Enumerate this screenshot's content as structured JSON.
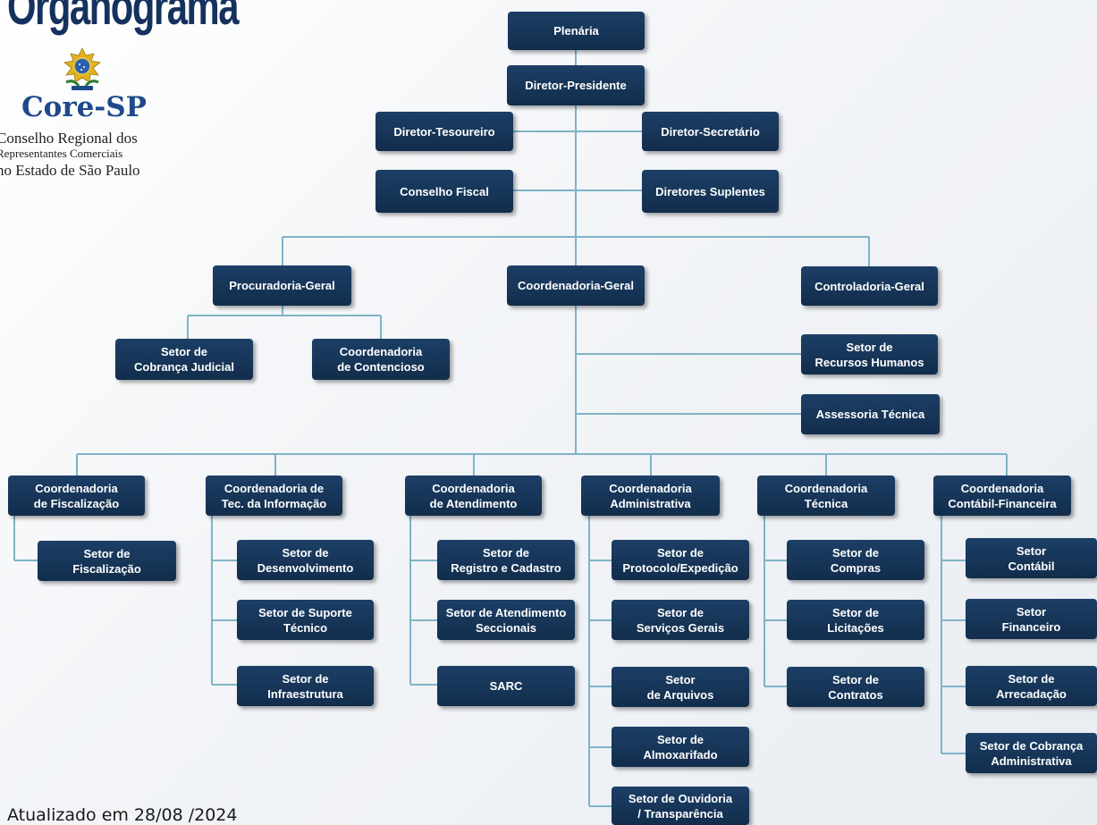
{
  "title": "Organograma",
  "logo": {
    "name": "Core-SP",
    "line1": "Conselho Regional dos",
    "line2": "Representantes Comerciais",
    "line3": "no Estado de São Paulo",
    "crest_icon": "brazil-coat-of-arms-icon"
  },
  "updated": "Atualizado em 28/08 /2024",
  "colors": {
    "box": "#163556",
    "line": "#7fb3c8",
    "title": "#15315e",
    "logo_text": "#1f4a8a"
  },
  "nodes": {
    "plenaria": "Plenária",
    "diretor_presidente": "Diretor-Presidente",
    "diretor_tesoureiro": "Diretor-Tesoureiro",
    "diretor_secretario": "Diretor-Secretário",
    "conselho_fiscal": "Conselho Fiscal",
    "diretores_suplentes": "Diretores Suplentes",
    "procuradoria_geral": "Procuradoria-Geral",
    "coordenadoria_geral": "Coordenadoria-Geral",
    "controladoria_geral": "Controladoria-Geral",
    "setor_cobranca_judicial": "Setor de\nCobrança Judicial",
    "coordenadoria_contencioso": "Coordenadoria\nde Contencioso",
    "setor_recursos_humanos": "Setor de\nRecursos Humanos",
    "assessoria_tecnica": "Assessoria Técnica",
    "coord_fiscalizacao": "Coordenadoria\nde Fiscalização",
    "coord_ti": "Coordenadoria de\nTec. da Informação",
    "coord_atendimento": "Coordenadoria\nde Atendimento",
    "coord_administrativa": "Coordenadoria\nAdministrativa",
    "coord_tecnica": "Coordenadoria\nTécnica",
    "coord_contabil_financeira": "Coordenadoria\nContábil-Financeira",
    "setor_fiscalizacao": "Setor de\nFiscalização",
    "setor_desenvolvimento": "Setor de\nDesenvolvimento",
    "setor_suporte_tecnico": "Setor de Suporte\nTécnico",
    "setor_infraestrutura": "Setor de\nInfraestrutura",
    "setor_registro_cadastro": "Setor de\nRegistro e Cadastro",
    "setor_atendimento_seccionais": "Setor de Atendimento\nSeccionais",
    "sarc": "SARC",
    "setor_protocolo_expedicao": "Setor de\nProtocolo/Expedição",
    "setor_servicos_gerais": "Setor de\nServiços Gerais",
    "setor_arquivos": "Setor\nde Arquivos",
    "setor_almoxarifado": "Setor de\nAlmoxarifado",
    "setor_ouvidoria": "Setor de Ouvidoria\n/ Transparência",
    "setor_compras": "Setor de\nCompras",
    "setor_licitacoes": "Setor de\nLicitações",
    "setor_contratos": "Setor de\nContratos",
    "setor_contabil": "Setor\nContábil",
    "setor_financeiro": "Setor\nFinanceiro",
    "setor_arrecadacao": "Setor de\nArrecadação",
    "setor_cobranca_administrativa": "Setor de Cobrança\nAdministrativa"
  }
}
